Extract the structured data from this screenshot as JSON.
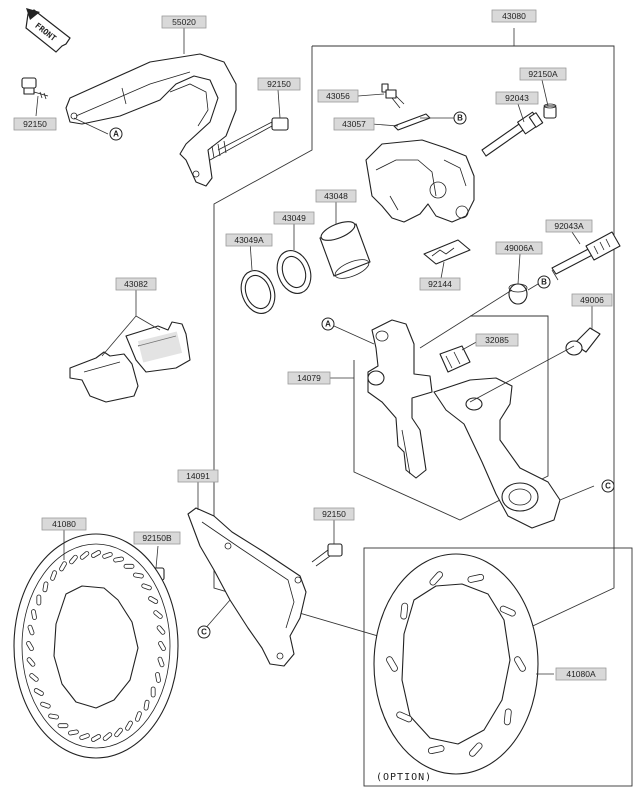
{
  "front_label": "FRONT",
  "option_label": "(OPTION)",
  "parts": {
    "p55020": "55020",
    "p92150_tl": "92150",
    "p92150_tr": "92150",
    "p43080": "43080",
    "p43056": "43056",
    "p43057": "43057",
    "p92150A": "92150A",
    "p92043": "92043",
    "p43048": "43048",
    "p43049": "43049",
    "p43049A": "43049A",
    "p92043A": "92043A",
    "p49006A": "49006A",
    "p92144": "92144",
    "p43082": "43082",
    "p49006": "49006",
    "p32085": "32085",
    "p14079": "14079",
    "p14091": "14091",
    "p41080": "41080",
    "p92150B": "92150B",
    "p92150_mid": "92150",
    "p41080A": "41080A"
  },
  "refs": {
    "a1": "A",
    "a2": "A",
    "b1": "B",
    "b2": "B",
    "c1": "C",
    "c2": "C"
  }
}
